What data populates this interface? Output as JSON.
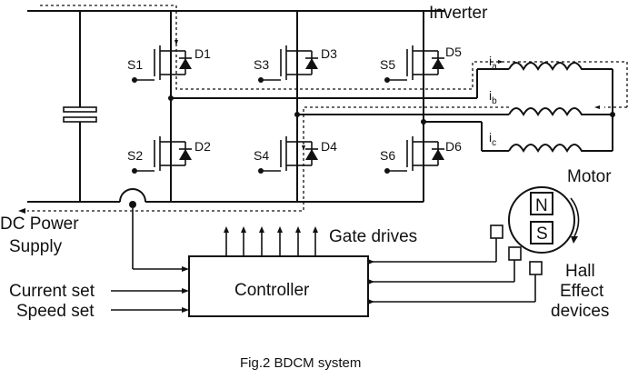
{
  "labels": {
    "inverter": "Inverter",
    "motor": "Motor",
    "dc_power_line1": "DC Power",
    "dc_power_line2": "Supply",
    "gate_drives": "Gate drives",
    "controller": "Controller",
    "current_set": "Current set",
    "speed_set": "Speed set",
    "hall_line1": "Hall",
    "hall_line2": "Effect",
    "hall_line3": "devices",
    "magnet_n": "N",
    "magnet_s": "S",
    "caption": "Fig.2  BDCM system"
  },
  "switches": [
    "S1",
    "S2",
    "S3",
    "S4",
    "S5",
    "S6"
  ],
  "diodes": [
    "D1",
    "D2",
    "D3",
    "D4",
    "D5",
    "D6"
  ],
  "phase_currents": [
    {
      "main": "i",
      "sub": "a"
    },
    {
      "main": "i",
      "sub": "b"
    },
    {
      "main": "i",
      "sub": "c"
    }
  ]
}
